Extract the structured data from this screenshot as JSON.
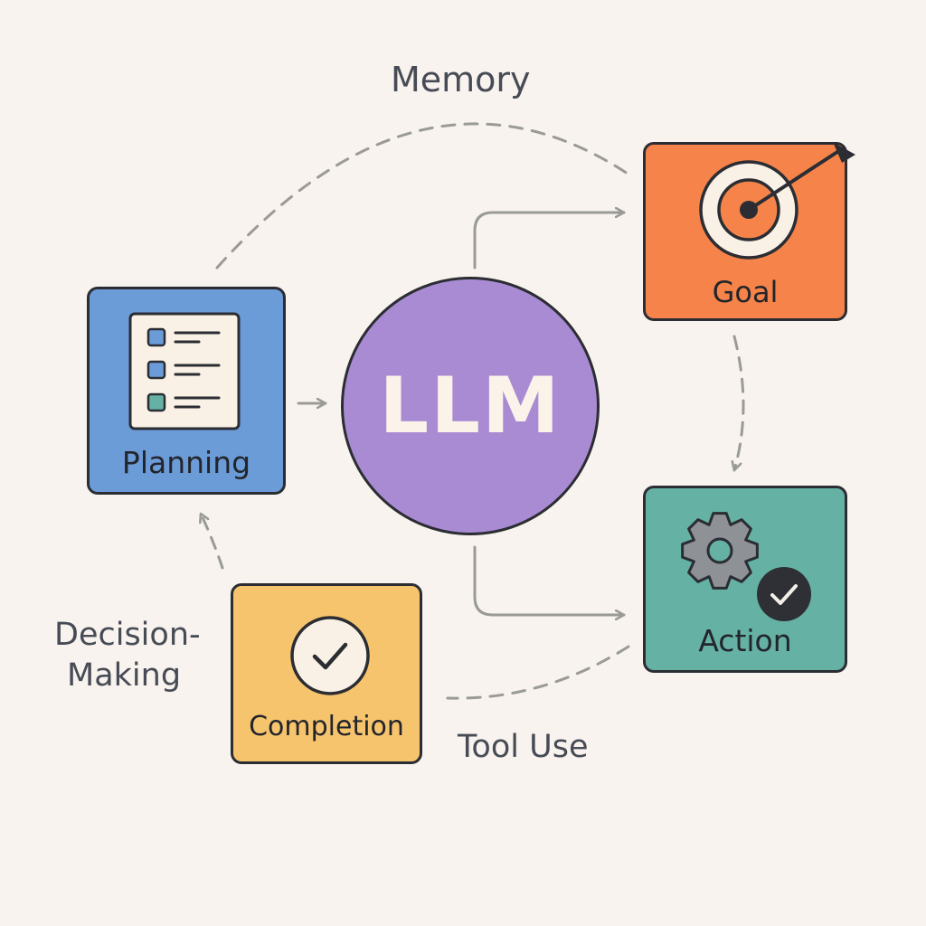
{
  "labels": {
    "memory": "Memory",
    "tool_use": "Tool Use",
    "decision_line1": "Decision-",
    "decision_line2": "Making"
  },
  "nodes": {
    "llm": {
      "label": "LLM",
      "color": "#a98bd3"
    },
    "planning": {
      "label": "Planning",
      "color": "#6b9cd8"
    },
    "goal": {
      "label": "Goal",
      "color": "#f6844a"
    },
    "action": {
      "label": "Action",
      "color": "#65b1a4"
    },
    "completion": {
      "label": "Completion",
      "color": "#f7c46e"
    }
  },
  "icons": {
    "planning": "checklist-icon",
    "goal": "target-icon",
    "action": "gear-check-icon",
    "completion": "check-circle-icon"
  },
  "colors": {
    "background": "#f8f3ee",
    "outline": "#2b2d33",
    "connector": "#9a9a97",
    "label_text": "#474b55"
  }
}
